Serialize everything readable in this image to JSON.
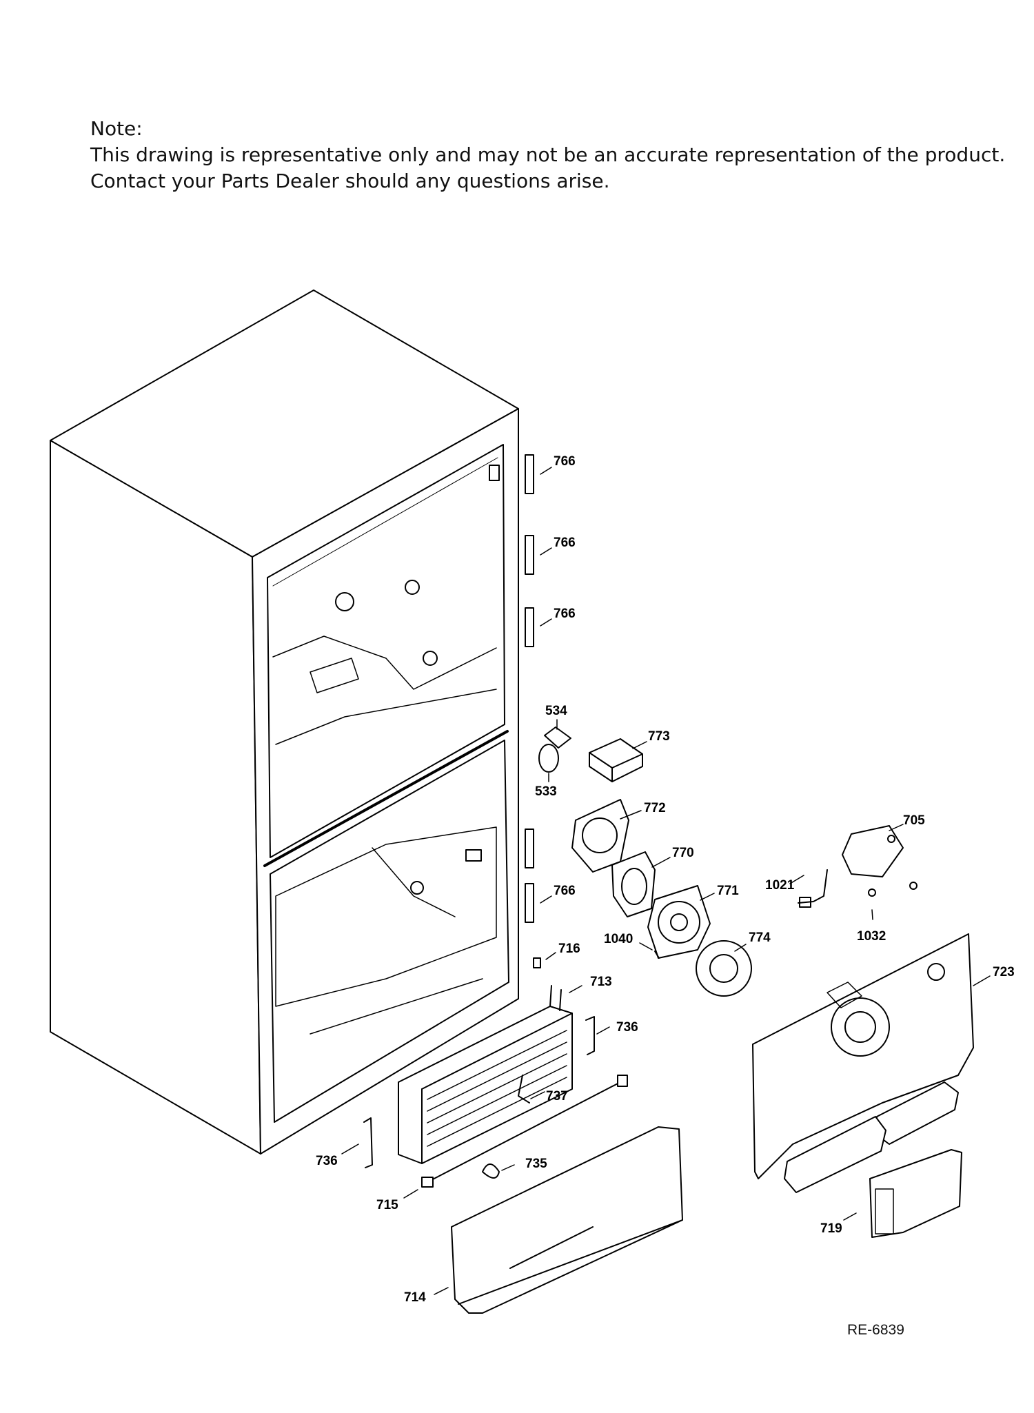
{
  "note": {
    "heading": "Note:",
    "line1": "This drawing is representative only and may not be an accurate representation of the product.",
    "line2": "Contact your Parts Dealer should any questions arise."
  },
  "drawing_id": "RE-6839",
  "callouts": [
    {
      "id": "hinge-top",
      "text": "766"
    },
    {
      "id": "hinge-upper",
      "text": "766"
    },
    {
      "id": "hinge-middle",
      "text": "766"
    },
    {
      "id": "hinge-lower",
      "text": "766"
    },
    {
      "id": "duct-cover-534",
      "text": "534"
    },
    {
      "id": "grille-533",
      "text": "533"
    },
    {
      "id": "tray-773",
      "text": "773"
    },
    {
      "id": "shroud-772",
      "text": "772"
    },
    {
      "id": "damper-770",
      "text": "770"
    },
    {
      "id": "shroud-771",
      "text": "771"
    },
    {
      "id": "screw-1040",
      "text": "1040"
    },
    {
      "id": "grille-774",
      "text": "774"
    },
    {
      "id": "motor-705",
      "text": "705"
    },
    {
      "id": "screw-1021",
      "text": "1021"
    },
    {
      "id": "screw-1032",
      "text": "1032"
    },
    {
      "id": "cover-723",
      "text": "723"
    },
    {
      "id": "clip-716",
      "text": "716"
    },
    {
      "id": "evaporator-713",
      "text": "713"
    },
    {
      "id": "bracket-736-right",
      "text": "736"
    },
    {
      "id": "bracket-736-left",
      "text": "736"
    },
    {
      "id": "clip-737",
      "text": "737"
    },
    {
      "id": "clip-735",
      "text": "735"
    },
    {
      "id": "heater-715",
      "text": "715"
    },
    {
      "id": "drain-pan-714",
      "text": "714"
    },
    {
      "id": "duct-719",
      "text": "719"
    }
  ]
}
